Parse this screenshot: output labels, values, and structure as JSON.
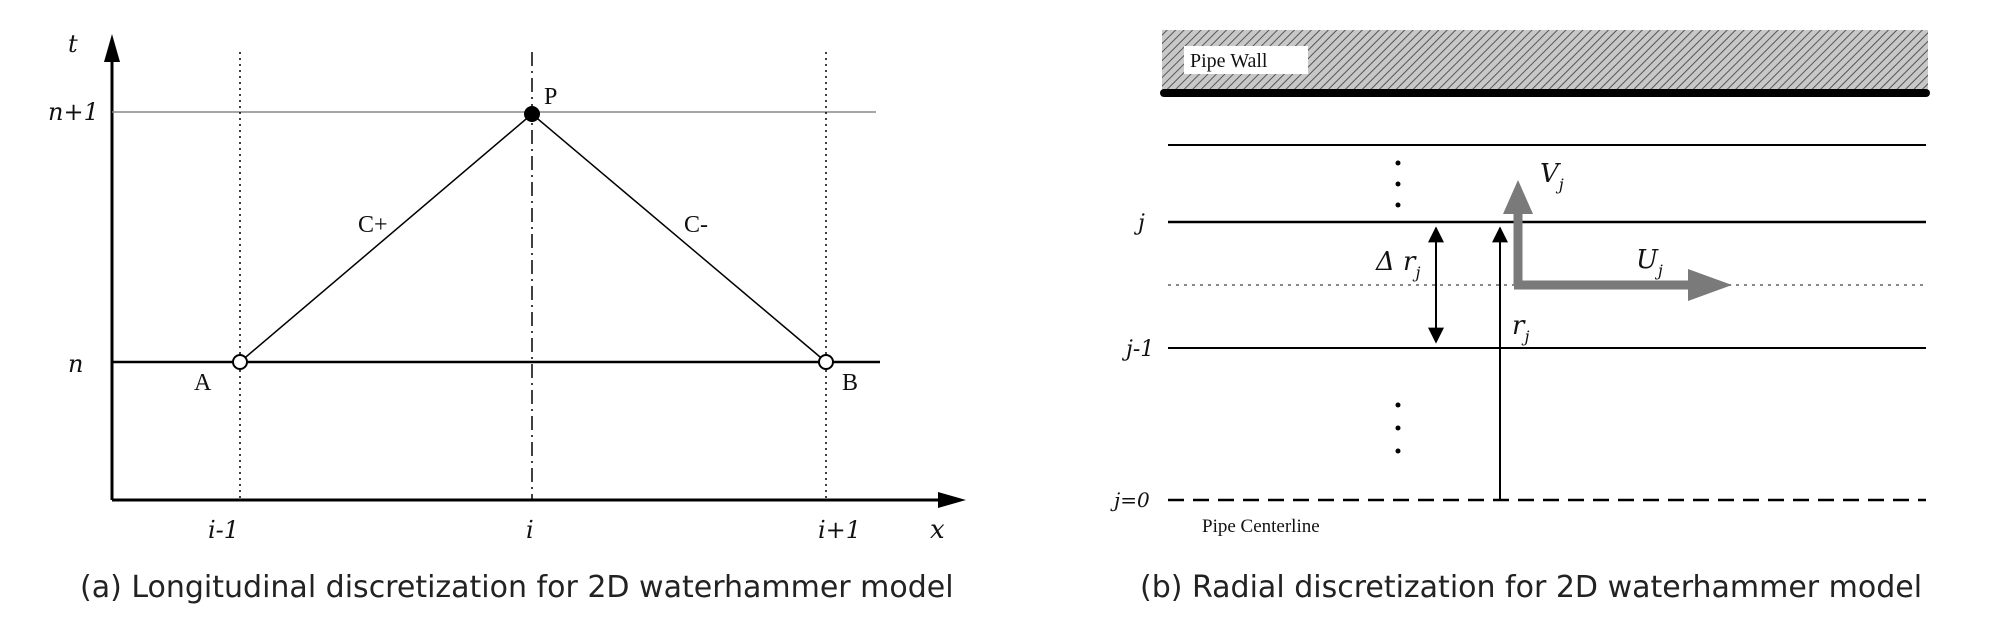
{
  "panel_a": {
    "axis_t": "t",
    "axis_x": "x",
    "level_n1": "n+1",
    "level_n": "n",
    "tick_im1": "i-1",
    "tick_i": "i",
    "tick_ip1": "i+1",
    "point_p": "P",
    "point_a": "A",
    "point_b": "B",
    "char_plus": "C+",
    "char_minus": "C-",
    "caption": "(a) Longitudinal discretization for 2D waterhammer model"
  },
  "panel_b": {
    "pipe_wall": "Pipe Wall",
    "pipe_centerline": "Pipe Centerline",
    "label_j": "j",
    "label_jm1": "j-1",
    "label_j0": "j=0",
    "delta_r": "Δ r",
    "delta_r_sub": "j",
    "r_main": "r",
    "r_sub": "j",
    "v_main": "V",
    "v_sub": "j",
    "u_main": "U",
    "u_sub": "j",
    "caption": "(b) Radial discretization for 2D waterhammer model"
  }
}
